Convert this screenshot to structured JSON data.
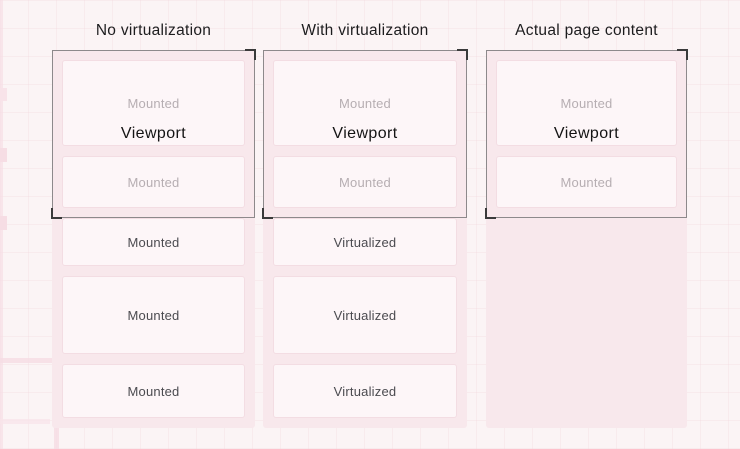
{
  "columns": [
    {
      "title": "No virtualization",
      "viewport_label": "Viewport",
      "items": [
        "Mounted",
        "Mounted",
        "Mounted",
        "Mounted",
        "Mounted"
      ]
    },
    {
      "title": "With virtualization",
      "viewport_label": "Viewport",
      "items": [
        "Mounted",
        "Mounted",
        "Virtualized",
        "Virtualized",
        "Virtualized"
      ]
    },
    {
      "title": "Actual page content",
      "viewport_label": "Viewport",
      "items": [
        "Mounted",
        "Mounted"
      ]
    }
  ],
  "colors": {
    "page_bg": "#fbf4f5",
    "grid_line": "#f2d7de",
    "list_bg": "#f8e8ec",
    "item_bg": "#fdf6f8",
    "item_border": "#f3dde3",
    "viewport_border": "#8d898b",
    "corner_mark": "#3a3a3a",
    "muted_item_text": "#b6aeb2",
    "dark_item_text": "#4b4b50",
    "title_text": "#1c1c1e"
  }
}
